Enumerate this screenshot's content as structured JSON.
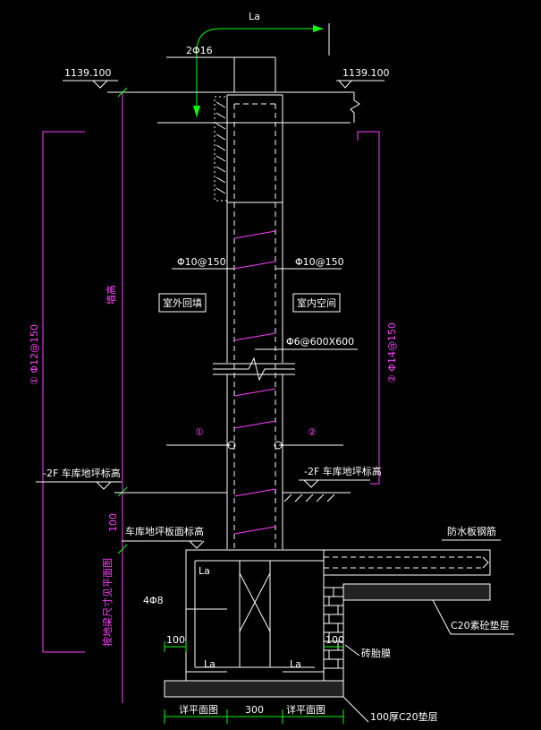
{
  "texts": {
    "la_top": "La",
    "bar_top": "2Φ16",
    "elev_left": "1139.100",
    "elev_right": "1139.100",
    "stirrup_left": "Φ10@150",
    "stirrup_right": "Φ10@150",
    "outside_fill": "室外回填",
    "inside_space": "室内空间",
    "tie": "Φ6@600X600",
    "mark1": "①",
    "mark2": "②",
    "vert_left": "① Φ12@150",
    "vert_right": "② Φ14@150",
    "height_label": "墙高",
    "level_left": "-2F 车库地坪标高",
    "level_right": "-2F 车库地坪标高",
    "dim_100_left": "100",
    "slab_top_label": "车库地坪板面标高",
    "waterproof": "防水板钢筋",
    "la_mid": "La",
    "bar_bottom": "4Φ8",
    "footing_label": "按地梁尺寸见平面图",
    "c20_pad": "C20素砼垫层",
    "brick_mould": "砖胎膜",
    "dim_100_a": "100",
    "dim_100_b": "100",
    "la_bl": "La",
    "la_br": "La",
    "plan_left": "详平面图",
    "dim_300": "300",
    "plan_right": "详平面图",
    "c20_bottom": "100厚C20垫层"
  },
  "colors": {
    "background": "#000000",
    "line": "#ffffff",
    "dimension": "#ff40ff",
    "rebar_leader": "#00ff00"
  }
}
